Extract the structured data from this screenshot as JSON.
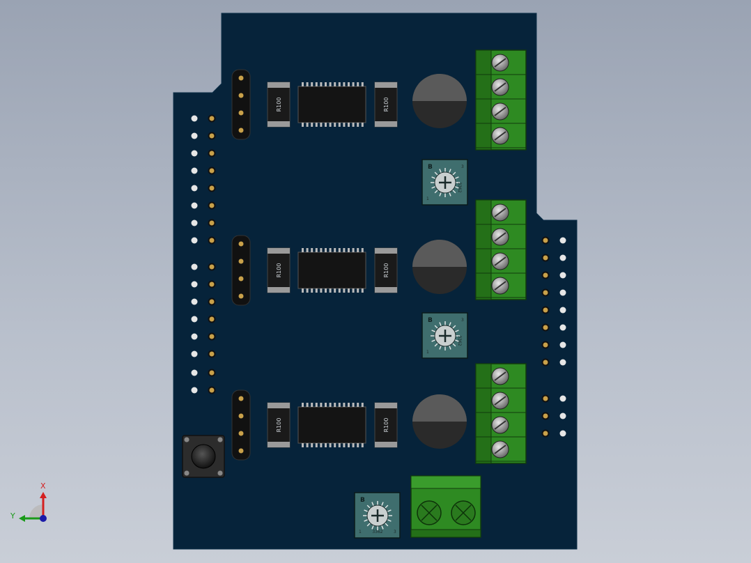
{
  "board": {
    "resistor_label": "R100",
    "pot_label": "3362",
    "pot_marker": "B",
    "pot_pin_1": "1",
    "pot_pin_3": "3"
  },
  "axes": {
    "x_label": "X",
    "y_label": "Y",
    "x_color": "#d42020",
    "y_color": "#1a9a1a",
    "z_color": "#1a1aa8"
  },
  "colors": {
    "pcb": "#06233a",
    "terminal_green": "#2e8a22",
    "pot_body": "#3f6e6e"
  }
}
